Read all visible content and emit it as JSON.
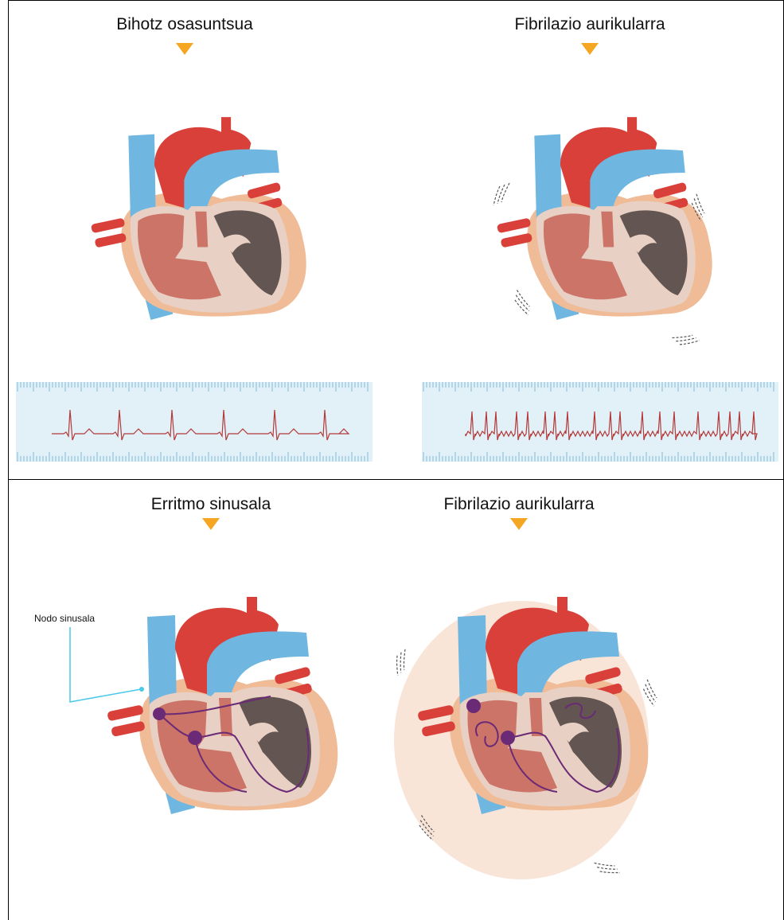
{
  "panels": {
    "top_left": {
      "title": "Bihotz osasuntsua"
    },
    "top_right": {
      "title": "Fibrilazio aurikularra"
    },
    "bottom_left": {
      "title": "Erritmo sinusala",
      "label": "Nodo sinusala"
    },
    "bottom_right": {
      "title": "Fibrilazio aurikularra"
    }
  },
  "colors": {
    "arrow": "#f5a623",
    "aorta": "#d9403a",
    "vein": "#6fb7e0",
    "heart_outer": "#f0bc97",
    "heart_inner": "#e8d0c4",
    "right_chamber": "#cc7467",
    "left_chamber": "#635551",
    "ecg_line": "#b23a3a",
    "ruler_bg": "#e2f1f8",
    "ruler_tick": "#7fbcd8",
    "conduction": "#6a2a76",
    "sinus_node_label_line": "#48c9e8"
  }
}
